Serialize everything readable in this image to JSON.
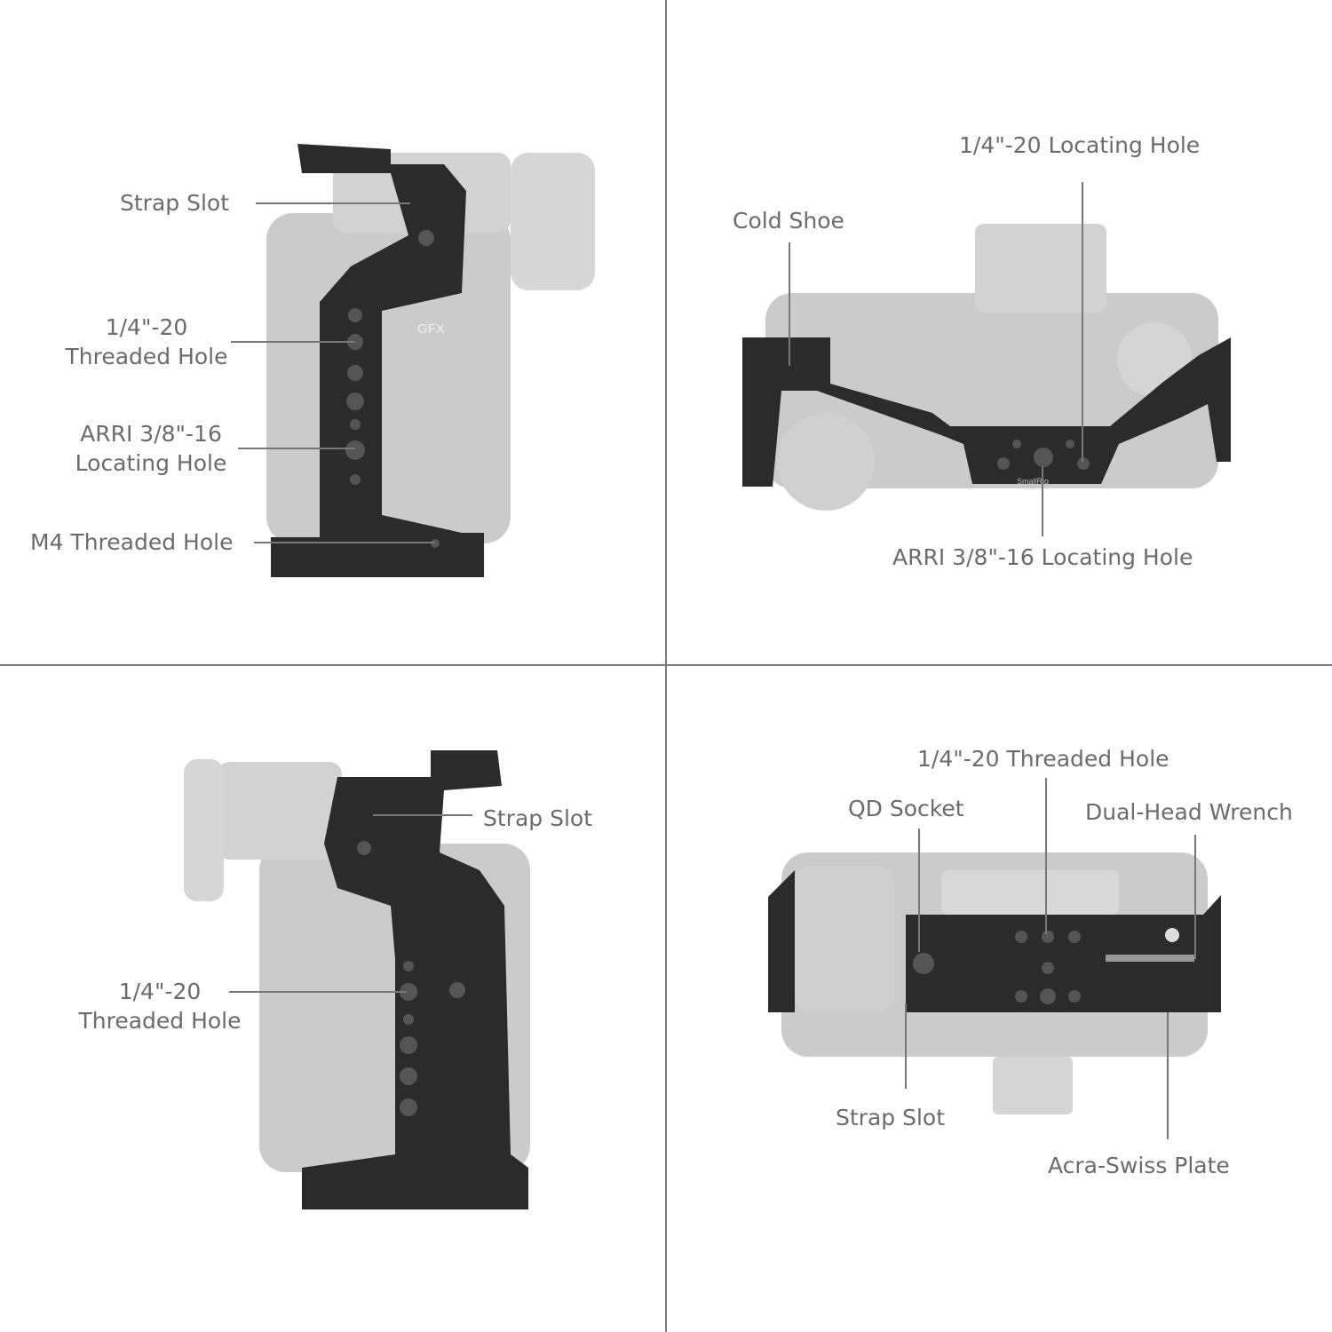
{
  "panels": {
    "side_left": {
      "labels": {
        "strap_slot": "Strap Slot",
        "threaded_hole_line1": "1/4\"-20",
        "threaded_hole_line2": "Threaded Hole",
        "arri_line1": "ARRI 3/8\"-16",
        "arri_line2": "Locating Hole",
        "m4": "M4 Threaded Hole"
      },
      "camera_logo": "GFX"
    },
    "top_view": {
      "labels": {
        "cold_shoe": "Cold Shoe",
        "locating_hole": "1/4\"-20 Locating Hole",
        "arri": "ARRI 3/8\"-16 Locating Hole"
      },
      "brand": "SmallRig"
    },
    "side_right": {
      "labels": {
        "strap_slot": "Strap Slot",
        "threaded_hole_line1": "1/4\"-20",
        "threaded_hole_line2": "Threaded Hole"
      }
    },
    "bottom_view": {
      "labels": {
        "threaded_hole": "1/4\"-20 Threaded Hole",
        "qd_socket": "QD Socket",
        "wrench": "Dual-Head Wrench",
        "strap_slot": "Strap Slot",
        "acra_swiss": "Acra-Swiss Plate"
      }
    }
  },
  "colors": {
    "divider": "#7a7a7a",
    "camera": "#c9c9c9",
    "cage": "#2b2b2b",
    "label": "#6b6b6b"
  }
}
